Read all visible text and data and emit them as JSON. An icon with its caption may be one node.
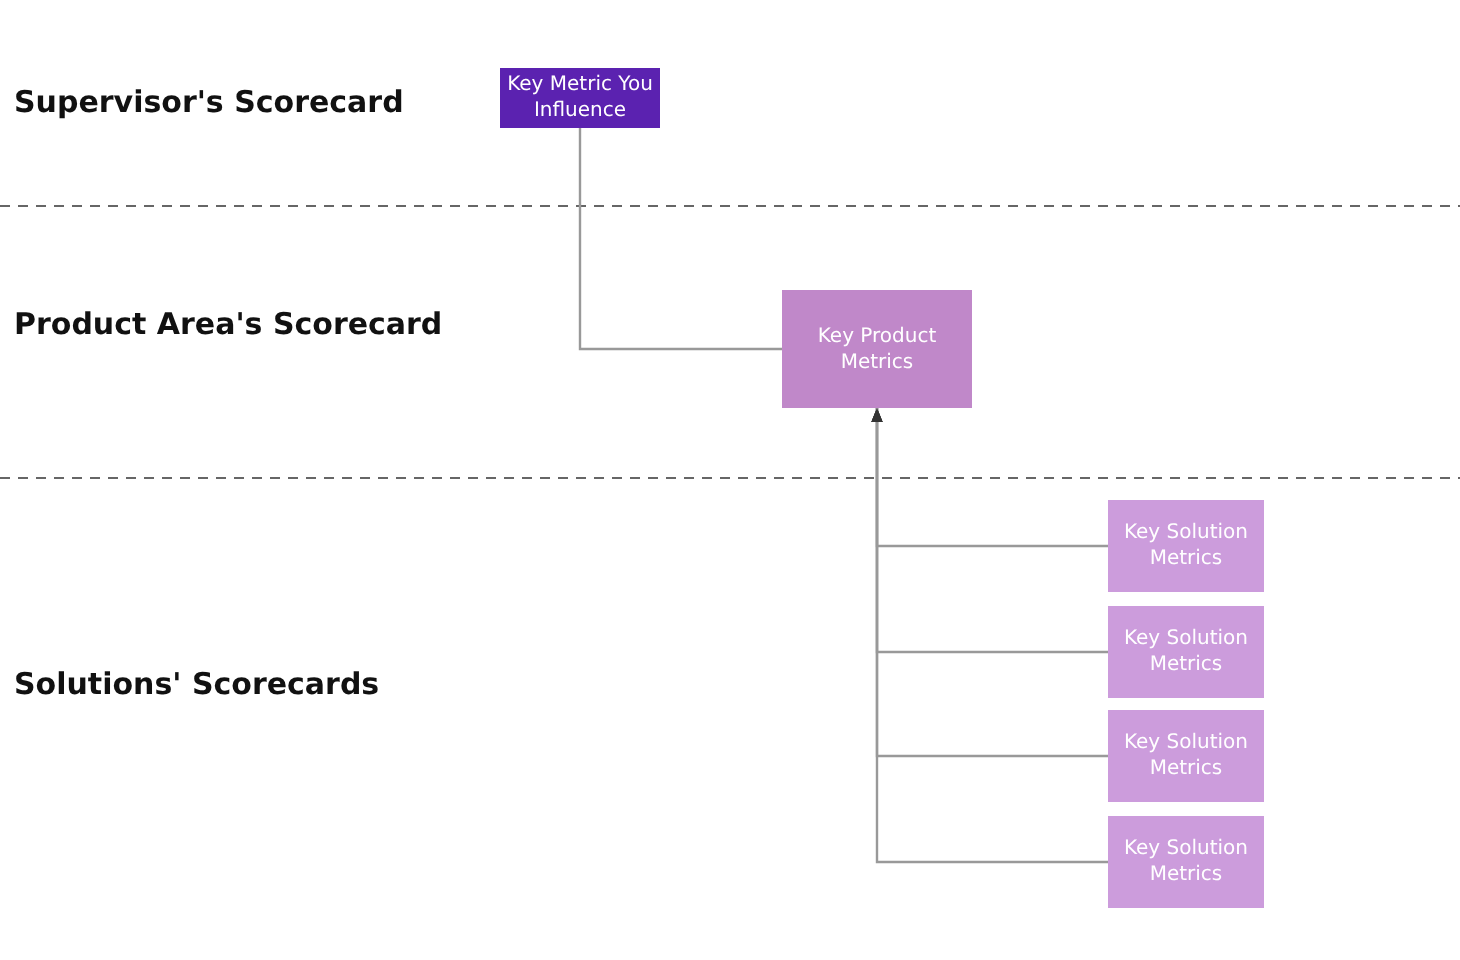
{
  "diagram": {
    "nodes": [
      {
        "text": [
          "Key Metric You Influence"
        ]
      },
      {
        "text": [
          "Key Product Metrics"
        ]
      },
      {
        "text": [
          "Key Solution Metrics"
        ]
      },
      {
        "text": [
          "Key Solution Metrics"
        ]
      },
      {
        "text": [
          "Key Solution Metrics"
        ]
      },
      {
        "text": [
          "Key Solution Metrics"
        ]
      }
    ],
    "edges": [
      {
        "from": 0,
        "to": 1,
        "arrow": "none"
      },
      {
        "from": 2,
        "to": 1,
        "arrow": "to"
      },
      {
        "from": 3,
        "to": 1,
        "arrow": "to"
      },
      {
        "from": 4,
        "to": 1,
        "arrow": "to"
      },
      {
        "from": 5,
        "to": 1,
        "arrow": "to"
      }
    ],
    "labels": [
      "Supervisor's Scorecard",
      "Product Area's Scorecard",
      "Solutions' Scorecards"
    ]
  }
}
